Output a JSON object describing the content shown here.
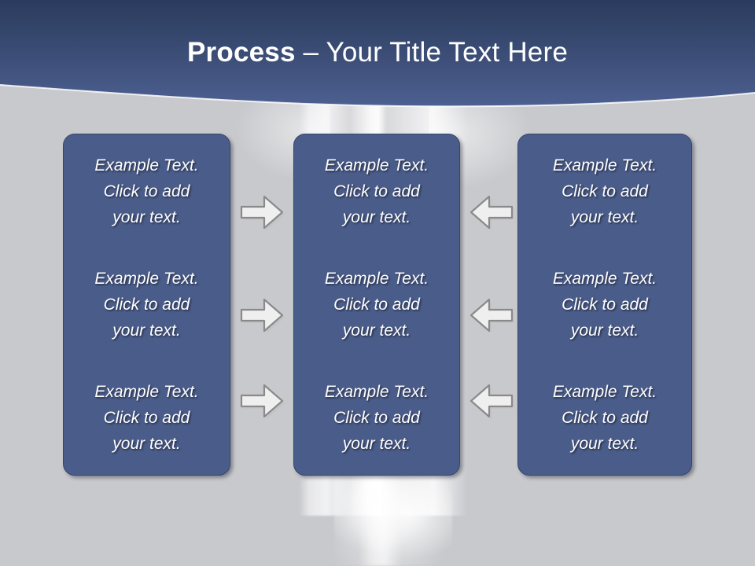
{
  "slide": {
    "title_bold": "Process",
    "title_regular": " – Your Title Text Here",
    "background_color": "#c8c9cd",
    "header_gradient_top": "#2b3b5e",
    "header_gradient_bottom": "#4c6091",
    "box_fill_color": "#4a5c89",
    "box_border_color": "#36456a",
    "arrow_fill_color": "#eeeeee",
    "arrow_border_color": "#8a8a8a",
    "text_color": "#ffffff"
  },
  "columns": [
    {
      "name": "left-column",
      "cells": [
        {
          "text": "Example Text.\nClick  to add\nyour text."
        },
        {
          "text": "Example Text.\nClick  to add\nyour text."
        },
        {
          "text": "Example Text.\nClick  to add\nyour text."
        }
      ]
    },
    {
      "name": "middle-column",
      "cells": [
        {
          "text": "Example Text.\nClick  to add\nyour text."
        },
        {
          "text": "Example Text.\nClick  to add\nyour text."
        },
        {
          "text": "Example Text.\nClick  to add\nyour text."
        }
      ]
    },
    {
      "name": "right-column",
      "cells": [
        {
          "text": "Example Text.\nClick  to add\nyour text."
        },
        {
          "text": "Example Text.\nClick  to add\nyour text."
        },
        {
          "text": "Example Text.\nClick  to add\nyour text."
        }
      ]
    }
  ],
  "connectors": [
    {
      "name": "arrow-right-row-1",
      "direction": "right"
    },
    {
      "name": "arrow-right-row-2",
      "direction": "right"
    },
    {
      "name": "arrow-right-row-3",
      "direction": "right"
    },
    {
      "name": "arrow-left-row-1",
      "direction": "left"
    },
    {
      "name": "arrow-left-row-2",
      "direction": "left"
    },
    {
      "name": "arrow-left-row-3",
      "direction": "left"
    }
  ]
}
